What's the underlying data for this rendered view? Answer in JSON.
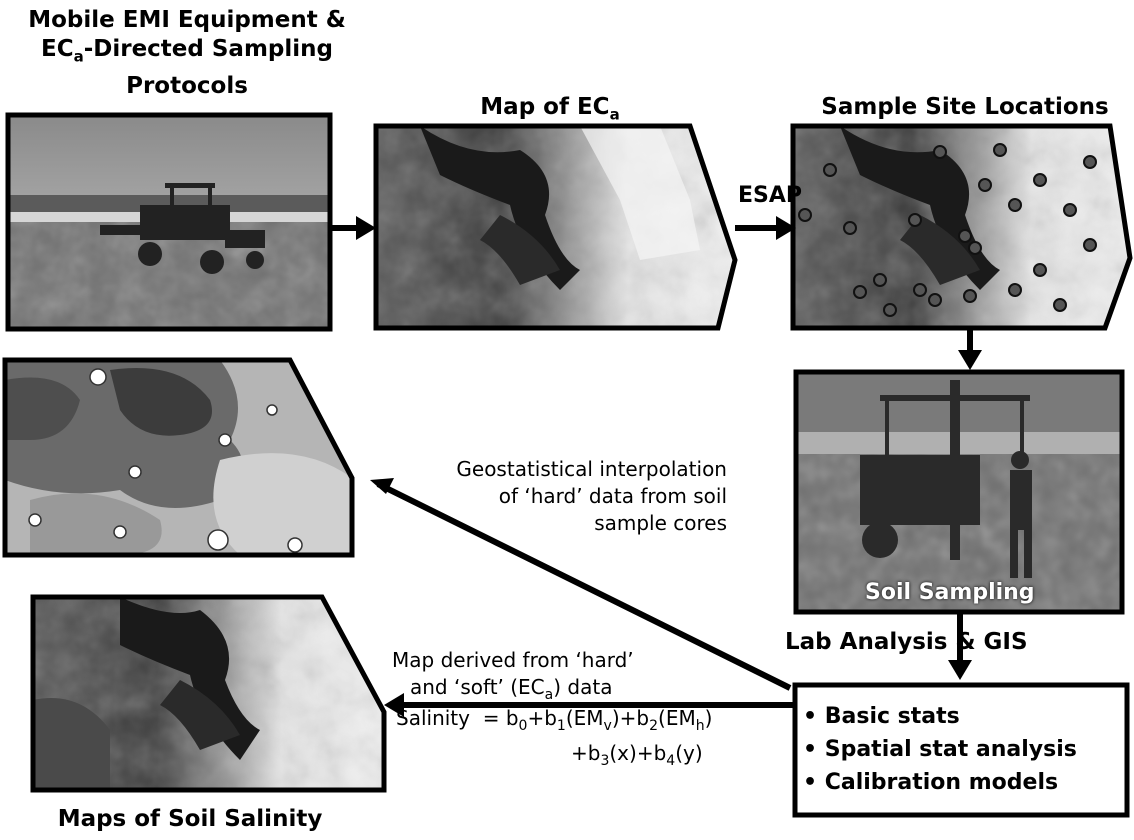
{
  "titles": {
    "mobile_line1": "Mobile EMI Equipment &",
    "mobile_line2_pre": "EC",
    "mobile_line2_sub": "a",
    "mobile_line2_post": "-Directed Sampling",
    "mobile_line3": "Protocols",
    "map_pre": "Map of EC",
    "map_sub": "a",
    "sample_sites": "Sample Site Locations",
    "soil_sampling": "Soil Sampling",
    "lab": "Lab Analysis  & GIS",
    "maps_salinity": "Maps of Soil Salinity"
  },
  "arrows": {
    "esap": "ESAP"
  },
  "notes": {
    "geo_line1": "Geostatistical interpolation",
    "geo_line2": "of ‘hard’ data from soil",
    "geo_line3": "sample cores",
    "map_derived_line1": "Map derived from ‘hard’",
    "map_derived_line2_pre": "and ‘soft’ (EC",
    "map_derived_line2_sub": "a",
    "map_derived_line2_post": ") data"
  },
  "equation": {
    "lhs": "Salinity",
    "eq": "=",
    "b0": "b",
    "b0_sub": "0",
    "b1": "+b",
    "b1_sub": "1",
    "em1": "(EM",
    "em1_sub": "v",
    "close1": ")+b",
    "b2_sub": "2",
    "em2": "(EM",
    "em2_sub": "h",
    "close2": ")",
    "line2_b3": "+b",
    "b3_sub": "3",
    "x_term": "(x)+b",
    "b4_sub": "4",
    "y_term": "(y)"
  },
  "analysis_list": [
    "Basic stats",
    "Spatial stat analysis",
    "Calibration models"
  ],
  "bullet": "•"
}
